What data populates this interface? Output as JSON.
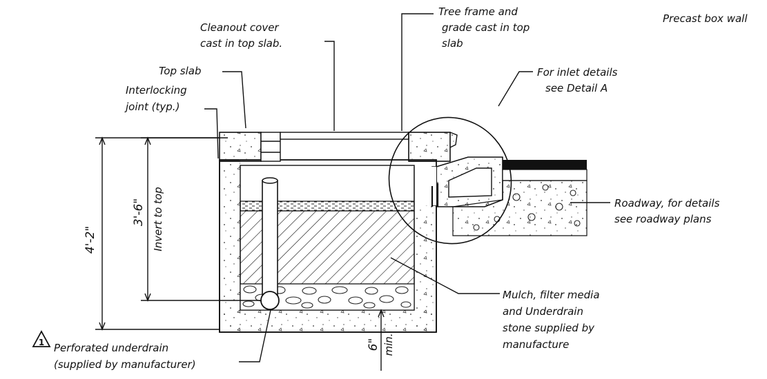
{
  "labels": {
    "precast_box_wall": "Precast box wall",
    "tree_frame_1": "Tree frame and",
    "tree_frame_2": "grade cast in top",
    "tree_frame_3": "slab",
    "cleanout_1": "Cleanout cover",
    "cleanout_2": "cast in top slab.",
    "top_slab": "Top slab",
    "interlocking_1": "Interlocking",
    "interlocking_2": "joint (typ.)",
    "inlet_1": "For inlet details",
    "inlet_2": "see Detail A",
    "roadway_1": "Roadway, for details",
    "roadway_2": "see roadway plans",
    "mulch_1": "Mulch, filter media",
    "mulch_2": "and Underdrain",
    "mulch_3": "stone supplied by",
    "mulch_4": "manufacture",
    "underdrain_1": "Perforated underdrain",
    "underdrain_2": "(supplied by manufacturer)"
  },
  "dimensions": {
    "overall_height": "4'-2\"",
    "invert_height": "3'-6\"",
    "invert_label": "Invert to top",
    "min_depth": "6\"",
    "min_label": "min."
  },
  "revision_marker": "1"
}
